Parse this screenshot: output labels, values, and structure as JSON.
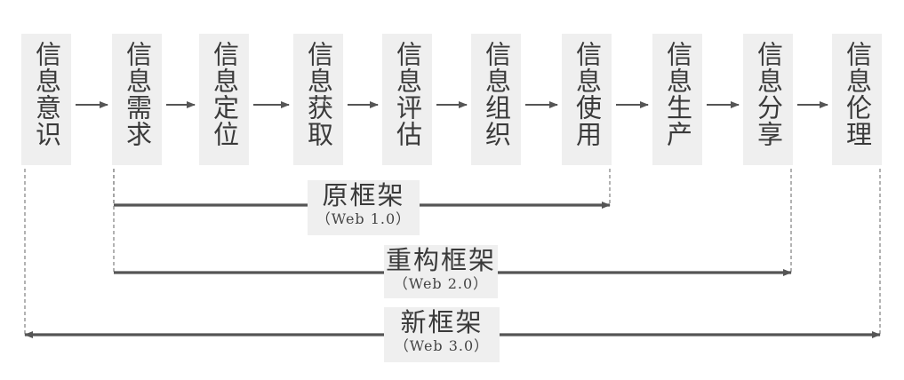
{
  "stages": [
    {
      "label": "信息意识"
    },
    {
      "label": "信息需求"
    },
    {
      "label": "信息定位"
    },
    {
      "label": "信息获取"
    },
    {
      "label": "信息评估"
    },
    {
      "label": "信息组织"
    },
    {
      "label": "信息使用"
    },
    {
      "label": "信息生产"
    },
    {
      "label": "信息分享"
    },
    {
      "label": "信息伦理"
    }
  ],
  "frameworks": [
    {
      "title": "原框架",
      "subtitle": "（Web 1.0）",
      "from_stage": 2,
      "to_stage": 7
    },
    {
      "title": "重构框架",
      "subtitle": "（Web 2.0）",
      "from_stage": 2,
      "to_stage": 9
    },
    {
      "title": "新框架",
      "subtitle": "（Web 3.0）",
      "from_stage": 1,
      "to_stage": 10
    }
  ],
  "colors": {
    "box_fill": "#efefef",
    "line": "#555555",
    "text": "#3a3a3a"
  }
}
